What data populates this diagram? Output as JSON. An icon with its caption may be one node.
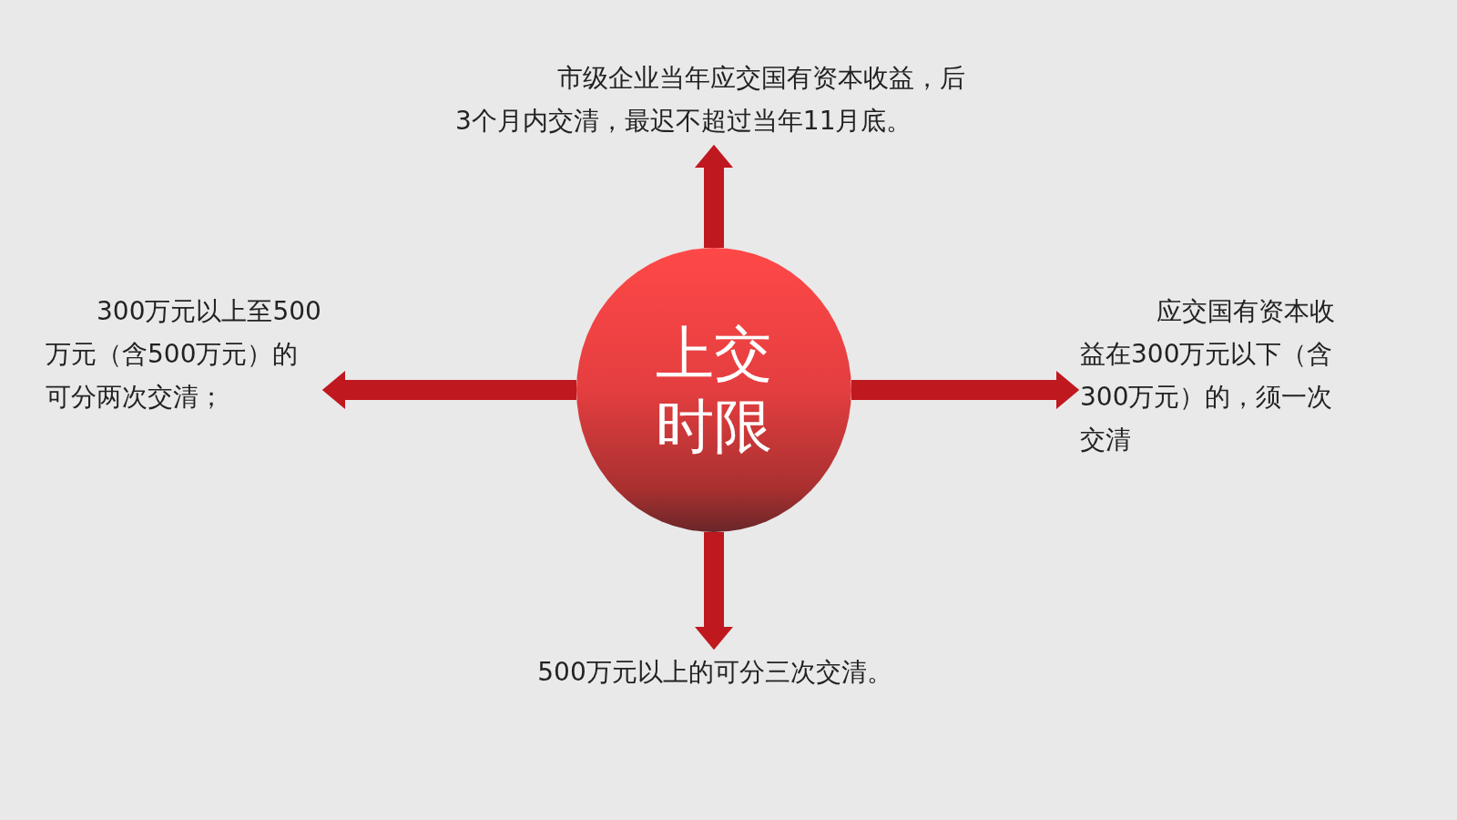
{
  "diagram": {
    "nodes": [
      {
        "text": [
          "上交时限"
        ]
      },
      {
        "text": [
          "市级企业当年应交国有资本收益，后3个月内交清，最迟不超过当年11月底。"
        ]
      },
      {
        "text": [
          "应交国有资本收益在300万元以下（含300万元）的，须一次交清"
        ]
      },
      {
        "text": [
          "500万元以上的可分三次交清。"
        ]
      },
      {
        "text": [
          "300万元以上至500万元（含500万元）的可分两次交清；"
        ]
      }
    ],
    "edges": [
      {
        "from": 0,
        "to": 1,
        "arrow": "to"
      },
      {
        "from": 0,
        "to": 2,
        "arrow": "to"
      },
      {
        "from": 0,
        "to": 3,
        "arrow": "to"
      },
      {
        "from": 0,
        "to": 4,
        "arrow": "to"
      }
    ]
  }
}
